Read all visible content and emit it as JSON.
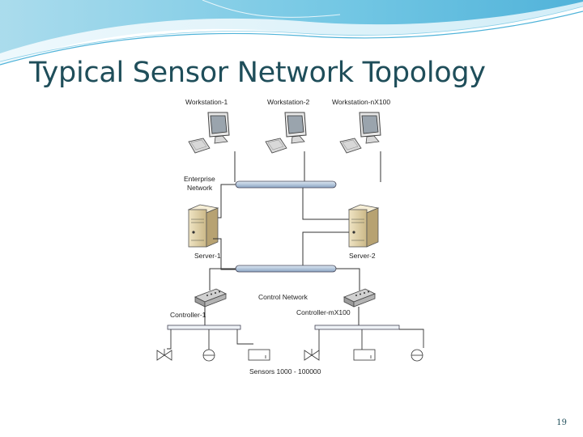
{
  "slide": {
    "title": "Typical Sensor Network Topology",
    "page_number": "19",
    "accent_color": "#1f4e5a"
  },
  "diagram": {
    "workstations": [
      "Workstation-1",
      "Workstation-2",
      "Workstation-nX100"
    ],
    "enterprise_network_line1": "Enterprise",
    "enterprise_network_line2": "Network",
    "servers": [
      "Server-1",
      "Server-2"
    ],
    "control_network": "Control Network",
    "controllers": [
      "Controller-1",
      "Controller-mX100"
    ],
    "sensors": "Sensors 1000 - 100000",
    "icons": [
      "workstation-icon",
      "server-icon",
      "controller-icon",
      "valve-icon",
      "gauge-icon",
      "transmitter-box-icon"
    ]
  }
}
